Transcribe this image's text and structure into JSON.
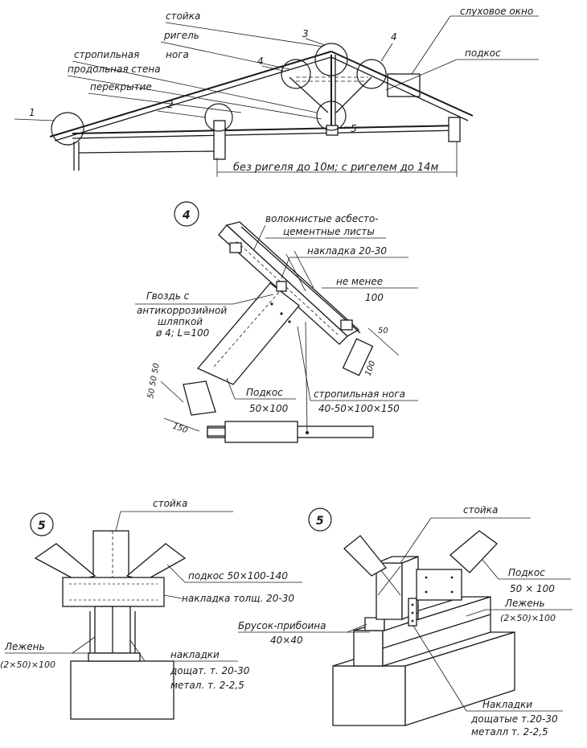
{
  "top_drawing": {
    "label_stoyka": "стойка",
    "label_rigel": "ригель",
    "label_stropilnaya": "стропильная",
    "label_noga": "нога",
    "label_prodolnaya_stena": "продольная стена",
    "label_perekrytie": "перекрытие",
    "label_sluhovoe_okno": "слуховое окно",
    "label_podkos": "подкос",
    "span_note": "без ригеля до 10м; с ригелем до 14м",
    "callouts": [
      "1",
      "2",
      "3",
      "4",
      "4",
      "5"
    ]
  },
  "detail_4": {
    "number": "4",
    "label_sheets_line1": "волокнистые асбесто-",
    "label_sheets_line2": "цементные листы",
    "label_nakladka": "накладка 20-30",
    "label_ne_menee": "не менее",
    "label_100": "100",
    "label_gvozd_line1": "Гвоздь с",
    "label_gvozd_line2": "антикоррозийной",
    "label_gvozd_line3": "шляпкой",
    "label_gvozd_line4": "ø 4; L=100",
    "label_podkos": "Подкос",
    "label_podkos_size": "50×100",
    "label_stropilnaya_noga": "стропильная нога",
    "label_stropilnaya_size": "40-50×100×150",
    "dim_50": "50",
    "dim_100": "100",
    "dim_50_50_50": "50 50 50",
    "dim_150": "150"
  },
  "detail_5_left": {
    "number": "5",
    "label_stoyka": "стойка",
    "label_podkos": "подкос 50×100-140",
    "label_nakladka_tolsch": "накладка толщ. 20-30",
    "label_lezhen": "Лежень",
    "label_lezhen_size": "(2×50)×100",
    "label_nakladki": "накладки",
    "label_doshat": "дощат. т. 20-30",
    "label_metal": "метал. т. 2-2,5"
  },
  "detail_5_right": {
    "number": "5",
    "label_stoyka": "стойка",
    "label_podkos": "Подкос",
    "label_podkos_size": "50 × 100",
    "label_lezhen": "Лежень",
    "label_lezhen_size": "(2×50)×100",
    "label_brusok": "Брусок-прибоина",
    "label_brusok_size": "40×40",
    "label_nakladki": "Накладки",
    "label_doshatye": "дощатые т.20-30",
    "label_metall": "металл  т. 2-2,5"
  }
}
